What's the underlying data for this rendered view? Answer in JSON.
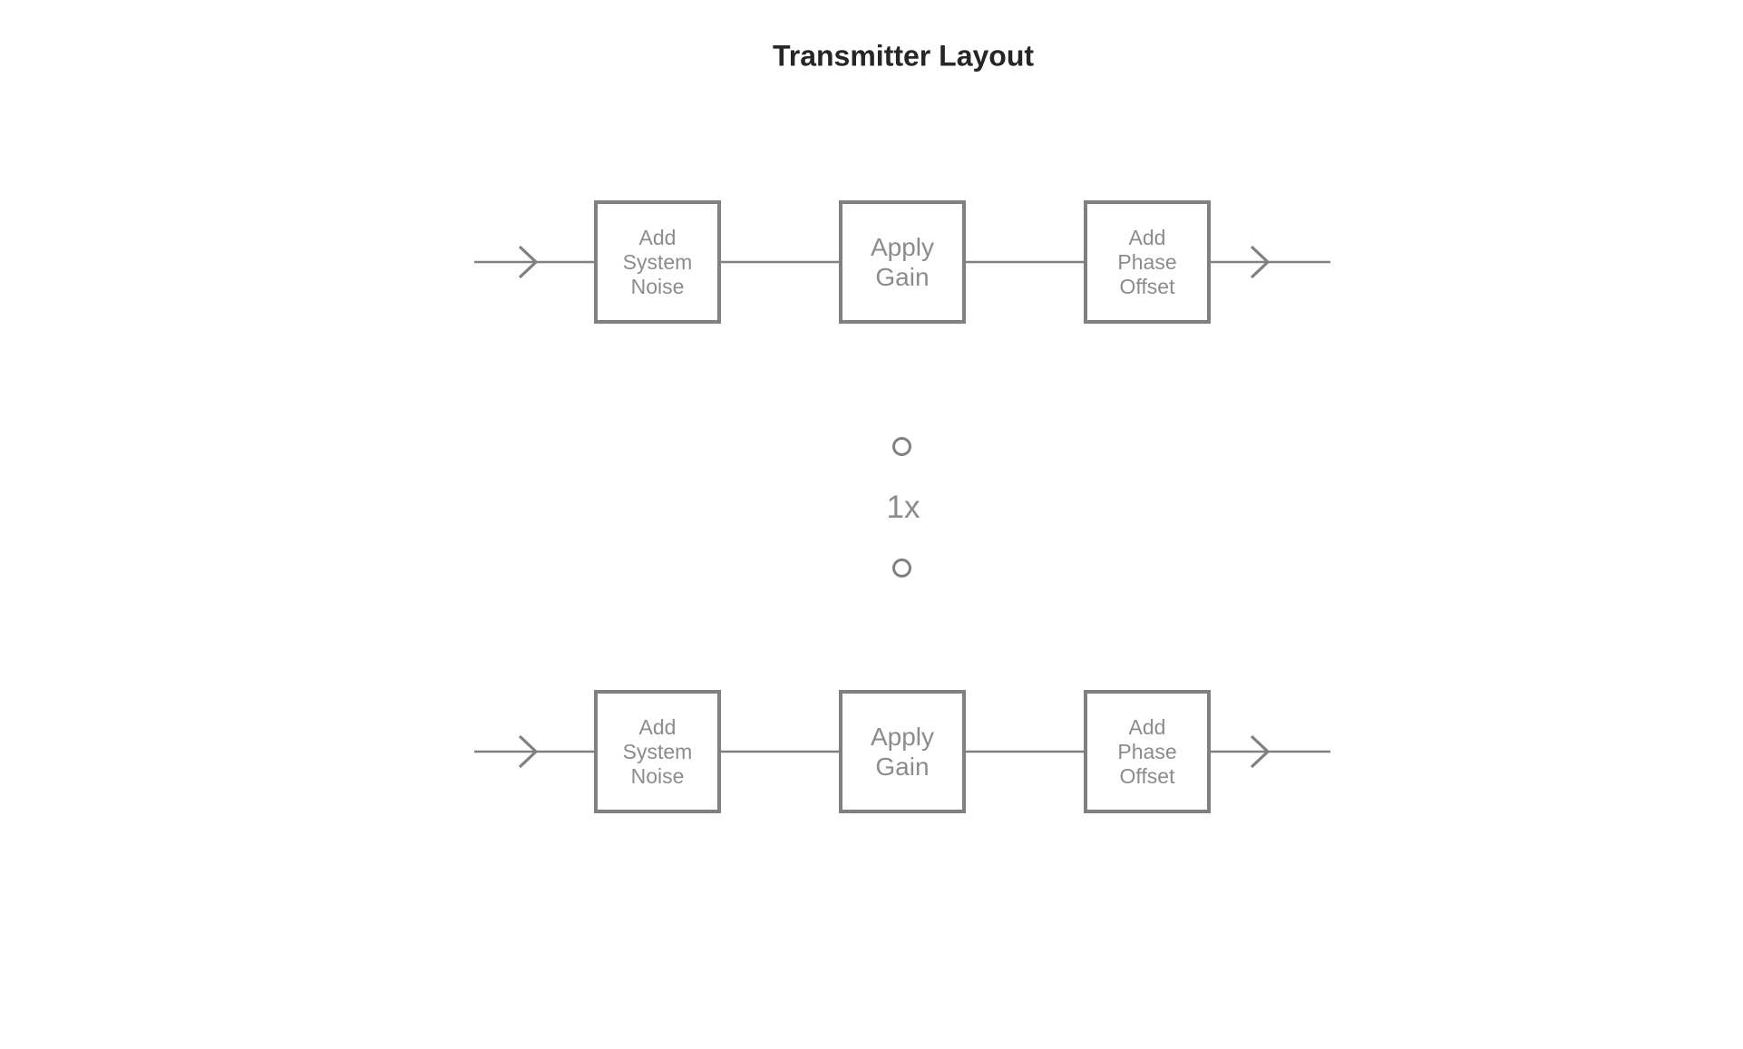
{
  "title": "Transmitter Layout",
  "colors": {
    "stroke": "#808080",
    "block_text": "#8c8c8c",
    "title_text": "#262626",
    "background": "#ffffff"
  },
  "rows": [
    {
      "name": "transmitter-chain-top",
      "blocks": [
        {
          "label": "Add\nSystem\nNoise"
        },
        {
          "label": "Apply\nGain"
        },
        {
          "label": "Add\nPhase\nOffset"
        }
      ]
    },
    {
      "name": "transmitter-chain-bottom",
      "blocks": [
        {
          "label": "Add\nSystem\nNoise"
        },
        {
          "label": "Apply\nGain"
        },
        {
          "label": "Add\nPhase\nOffset"
        }
      ]
    }
  ],
  "repeat_indicator": {
    "label": "1x"
  }
}
